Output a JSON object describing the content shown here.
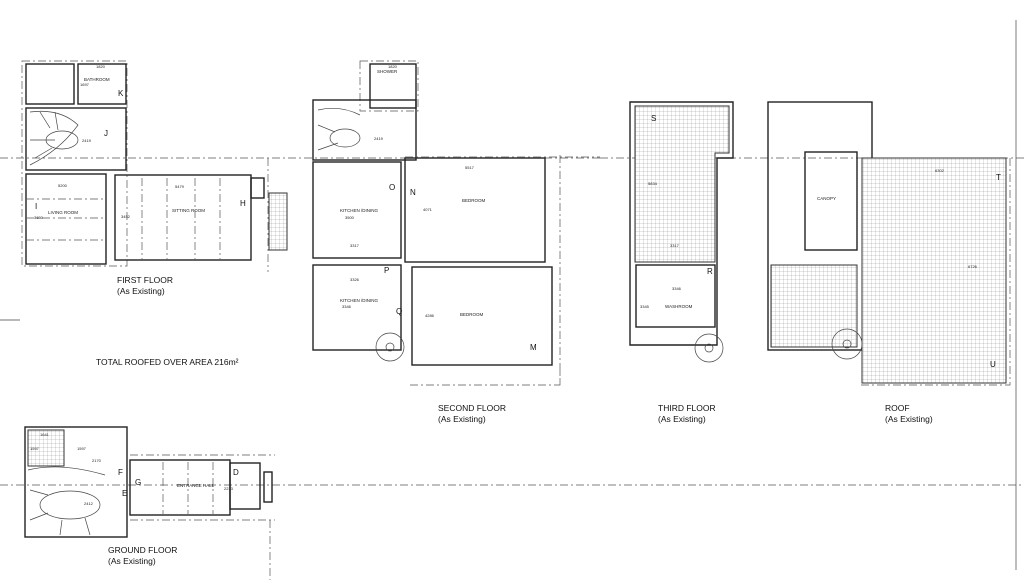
{
  "sheet": {
    "total_area": "TOTAL ROOFED OVER AREA 216m²",
    "as_existing": "(As Existing)"
  },
  "floors": {
    "first": {
      "title": "FIRST FLOOR",
      "rooms": [
        "BATHROOM",
        "LIVING ROOM",
        "SITTING ROOM"
      ],
      "dims": [
        "1820",
        "1697",
        "2419",
        "5200",
        "5479",
        "3452",
        "3650"
      ],
      "markers": [
        "K",
        "J",
        "I",
        "H"
      ]
    },
    "second": {
      "title": "SECOND FLOOR",
      "rooms": [
        "SHOWER",
        "KITCHEN /DINING",
        "BEDROOM",
        "KITCHEN /DINING",
        "BEDROOM"
      ],
      "dims": [
        "1820",
        "2419",
        "3500",
        "5517",
        "4071",
        "3317",
        "3326",
        "3346",
        "4286"
      ],
      "markers": [
        "O",
        "N",
        "P",
        "Q",
        "M"
      ]
    },
    "third": {
      "title": "THIRD FLOOR",
      "rooms": [
        "WASHROOM"
      ],
      "dims": [
        "5834",
        "3317",
        "3346",
        "3345"
      ],
      "markers": [
        "S",
        "R"
      ]
    },
    "roof": {
      "title": "ROOF",
      "rooms": [
        "CANOPY"
      ],
      "dims": [
        "6302",
        "6726"
      ],
      "markers": [
        "T",
        "U"
      ]
    },
    "ground": {
      "title": "GROUND FLOOR",
      "rooms": [
        "ENTRANCE HALL"
      ],
      "dims": [
        "1641",
        "1597",
        "1597",
        "2170",
        "2412",
        "2233"
      ],
      "markers": [
        "F",
        "G",
        "E",
        "D"
      ]
    }
  }
}
